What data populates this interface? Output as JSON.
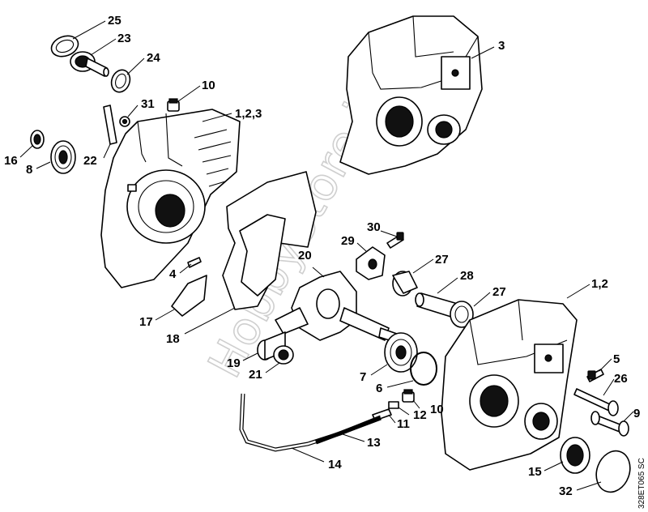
{
  "watermark": "HobbyStore.it",
  "drawing_code": "328ET065 SC",
  "callouts": {
    "c25": "25",
    "c23": "23",
    "c24": "24",
    "c10a": "10",
    "c31": "31",
    "c123": "1,2,3",
    "c3": "3",
    "c16": "16",
    "c8": "8",
    "c22": "22",
    "c30": "30",
    "c29": "29",
    "c20": "20",
    "c27a": "27",
    "c28": "28",
    "c27b": "27",
    "c12": "1,2",
    "c4": "4",
    "c17": "17",
    "c18": "18",
    "c19": "19",
    "c21": "21",
    "c7": "7",
    "c6": "6",
    "c5": "5",
    "c26": "26",
    "c9": "9",
    "c10b": "10",
    "c12b": "12",
    "c11": "11",
    "c13": "13",
    "c14": "14",
    "c15": "15",
    "c32": "32"
  }
}
